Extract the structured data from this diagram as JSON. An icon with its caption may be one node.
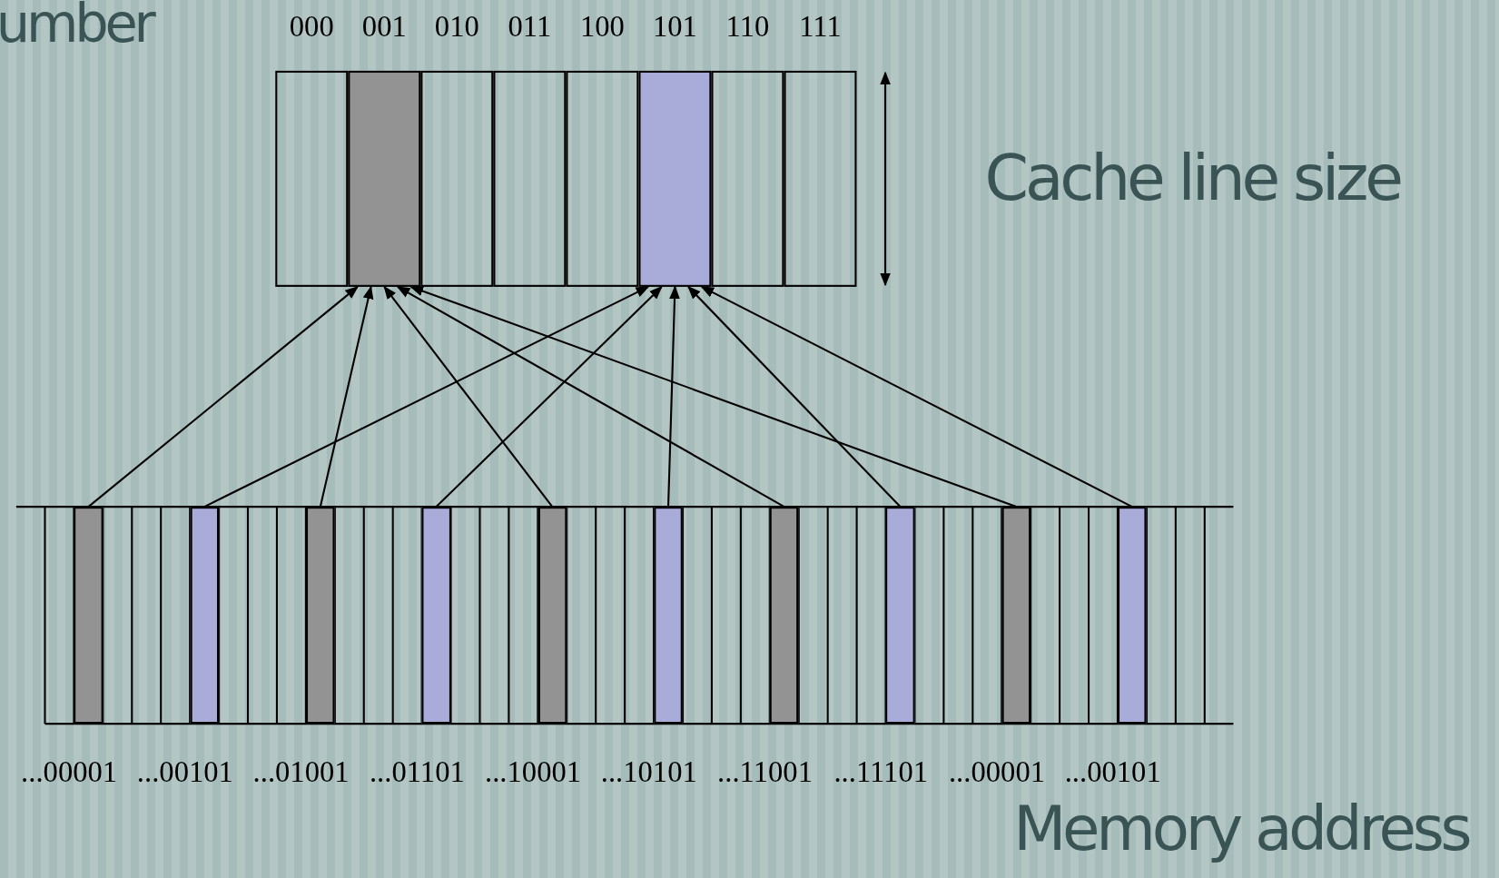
{
  "diagram": {
    "nodes": [
      {
        "text": [],
        "shape": "box",
        "beside": [
          "000"
        ]
      },
      {
        "text": [],
        "shape": "box",
        "beside": [
          "001"
        ]
      },
      {
        "text": [],
        "shape": "box",
        "beside": [
          "010"
        ]
      },
      {
        "text": [],
        "shape": "box",
        "beside": [
          "011"
        ]
      },
      {
        "text": [],
        "shape": "box",
        "beside": [
          "100"
        ]
      },
      {
        "text": [],
        "shape": "box",
        "beside": [
          "101"
        ]
      },
      {
        "text": [],
        "shape": "box",
        "beside": [
          "110"
        ]
      },
      {
        "text": [],
        "shape": "box",
        "beside": [
          "111"
        ]
      },
      {
        "text": [],
        "shape": "box",
        "beside": [
          "...00001"
        ]
      },
      {
        "text": [],
        "shape": "box",
        "beside": [
          "...00101"
        ]
      },
      {
        "text": [],
        "shape": "box",
        "beside": [
          "...01001"
        ]
      },
      {
        "text": [],
        "shape": "box",
        "beside": [
          "...01101"
        ]
      },
      {
        "text": [],
        "shape": "box",
        "beside": [
          "...10001"
        ]
      },
      {
        "text": [],
        "shape": "box",
        "beside": [
          "...10101"
        ]
      },
      {
        "text": [],
        "shape": "box",
        "beside": [
          "...11001"
        ]
      },
      {
        "text": [],
        "shape": "box",
        "beside": [
          "...11101"
        ]
      },
      {
        "text": [],
        "shape": "box",
        "beside": [
          "...00001"
        ]
      },
      {
        "text": [],
        "shape": "box",
        "beside": [
          "...00101"
        ]
      }
    ],
    "edges": [
      {
        "from": 8,
        "to": 1,
        "arrow": "to"
      },
      {
        "from": 9,
        "to": 5,
        "arrow": "to"
      },
      {
        "from": 10,
        "to": 1,
        "arrow": "to"
      },
      {
        "from": 11,
        "to": 5,
        "arrow": "to"
      },
      {
        "from": 12,
        "to": 1,
        "arrow": "to"
      },
      {
        "from": 13,
        "to": 5,
        "arrow": "to"
      },
      {
        "from": 14,
        "to": 1,
        "arrow": "to"
      },
      {
        "from": 15,
        "to": 5,
        "arrow": "to"
      },
      {
        "from": 16,
        "to": 1,
        "arrow": "to"
      },
      {
        "from": 17,
        "to": 5,
        "arrow": "to"
      }
    ],
    "labels": [
      "umber",
      "Cache line size",
      "Memory address"
    ]
  }
}
